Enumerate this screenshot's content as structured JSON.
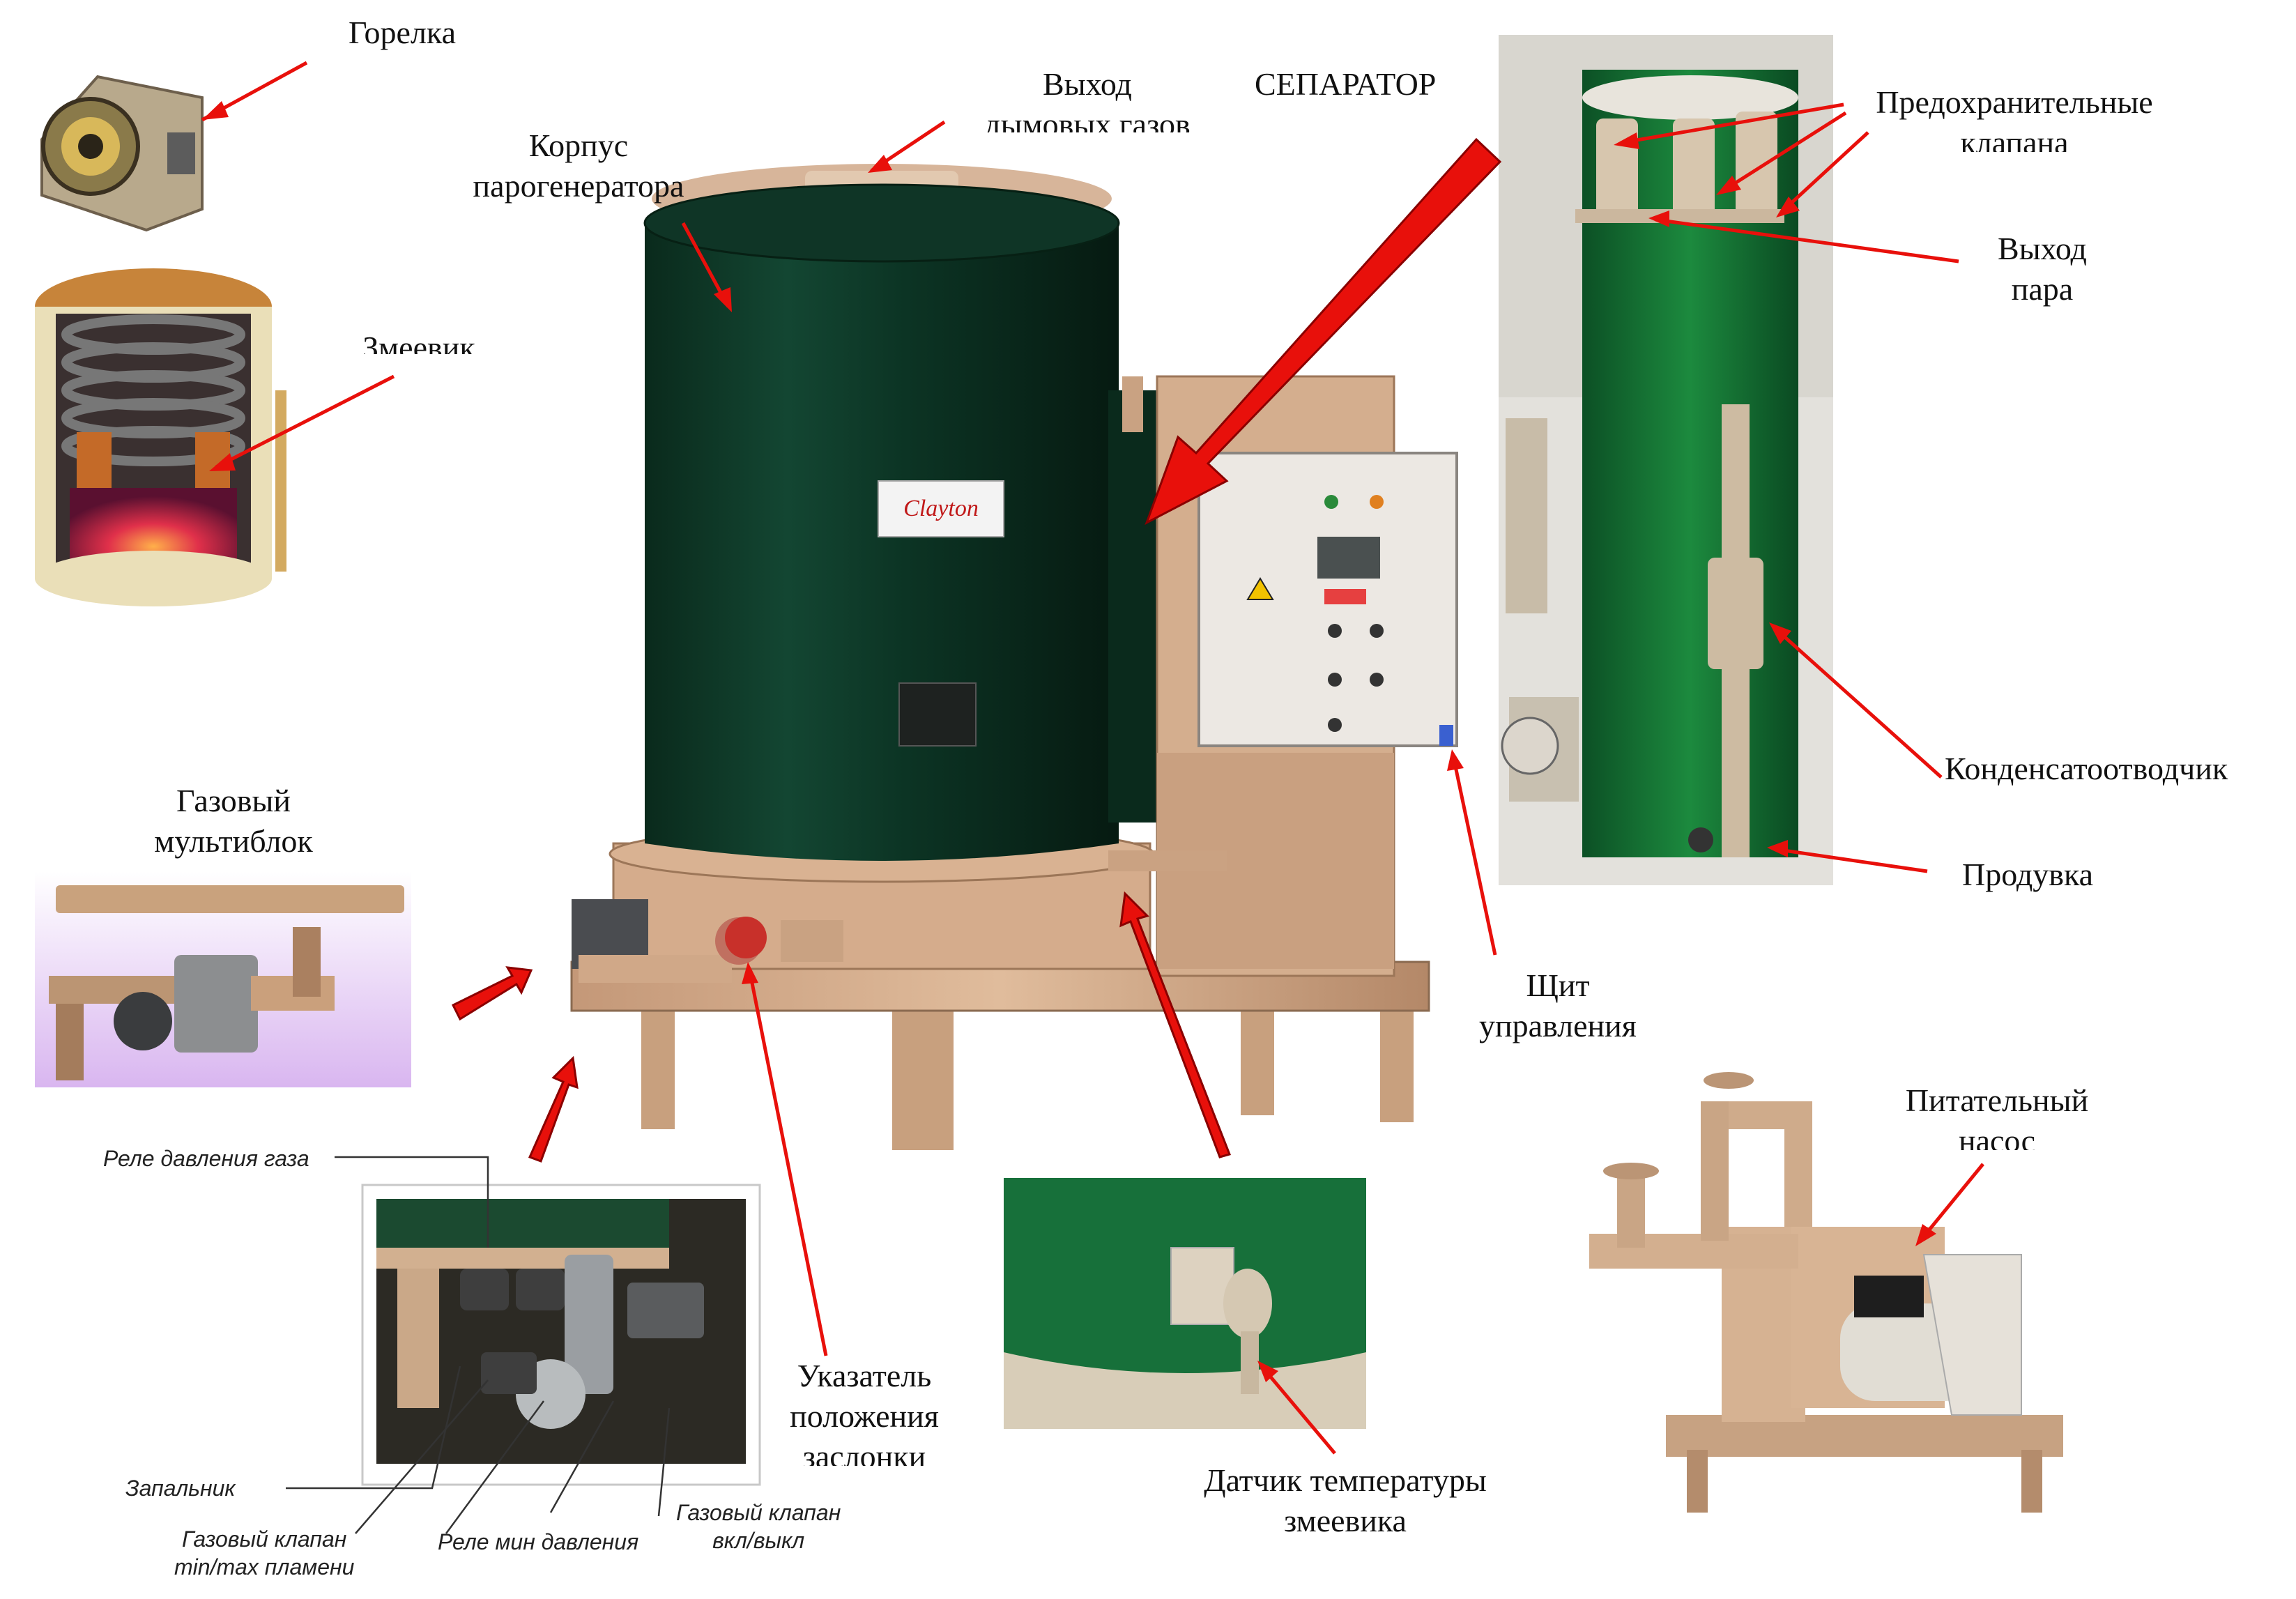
{
  "labels": {
    "burner": "Горелка",
    "coil": "Змеевик",
    "body": [
      "Корпус",
      "парогенератора"
    ],
    "flue_outlet": [
      "Выход",
      "дымовых газов"
    ],
    "separator": "СЕПАРАТОР",
    "safety_valves": [
      "Предохранительные",
      "клапана"
    ],
    "steam_outlet": [
      "Выход",
      "пара"
    ],
    "steam_trap": "Конденсатоотводчик",
    "blowdown": "Продувка",
    "control_panel": [
      "Щит",
      "управления"
    ],
    "gas_multiblock": [
      "Газовый",
      "мультиблок"
    ],
    "damper_indicator": [
      "Указатель",
      "положения",
      "заслонки"
    ],
    "coil_temp_sensor": [
      "Датчик температуры",
      "змеевика"
    ],
    "feed_pump": [
      "Питательный",
      "насос"
    ]
  },
  "inset_labels": {
    "gas_pressure_relay": "Реле давления газа",
    "igniter": "Запальник",
    "gas_valve_minmax": [
      "Газовый клапан",
      "min/max пламени"
    ],
    "min_pressure_relay": "Реле мин давления",
    "gas_valve_onoff": [
      "Газовый клапан",
      "вкл/выкл"
    ]
  },
  "unit_logo": "Clayton",
  "colors": {
    "arrow": "#e8100b",
    "tank_green": "#0f3a28",
    "separator_green": "#167a3a",
    "machine_tan": "#d2a888",
    "panel_grey": "#ece8e3"
  }
}
